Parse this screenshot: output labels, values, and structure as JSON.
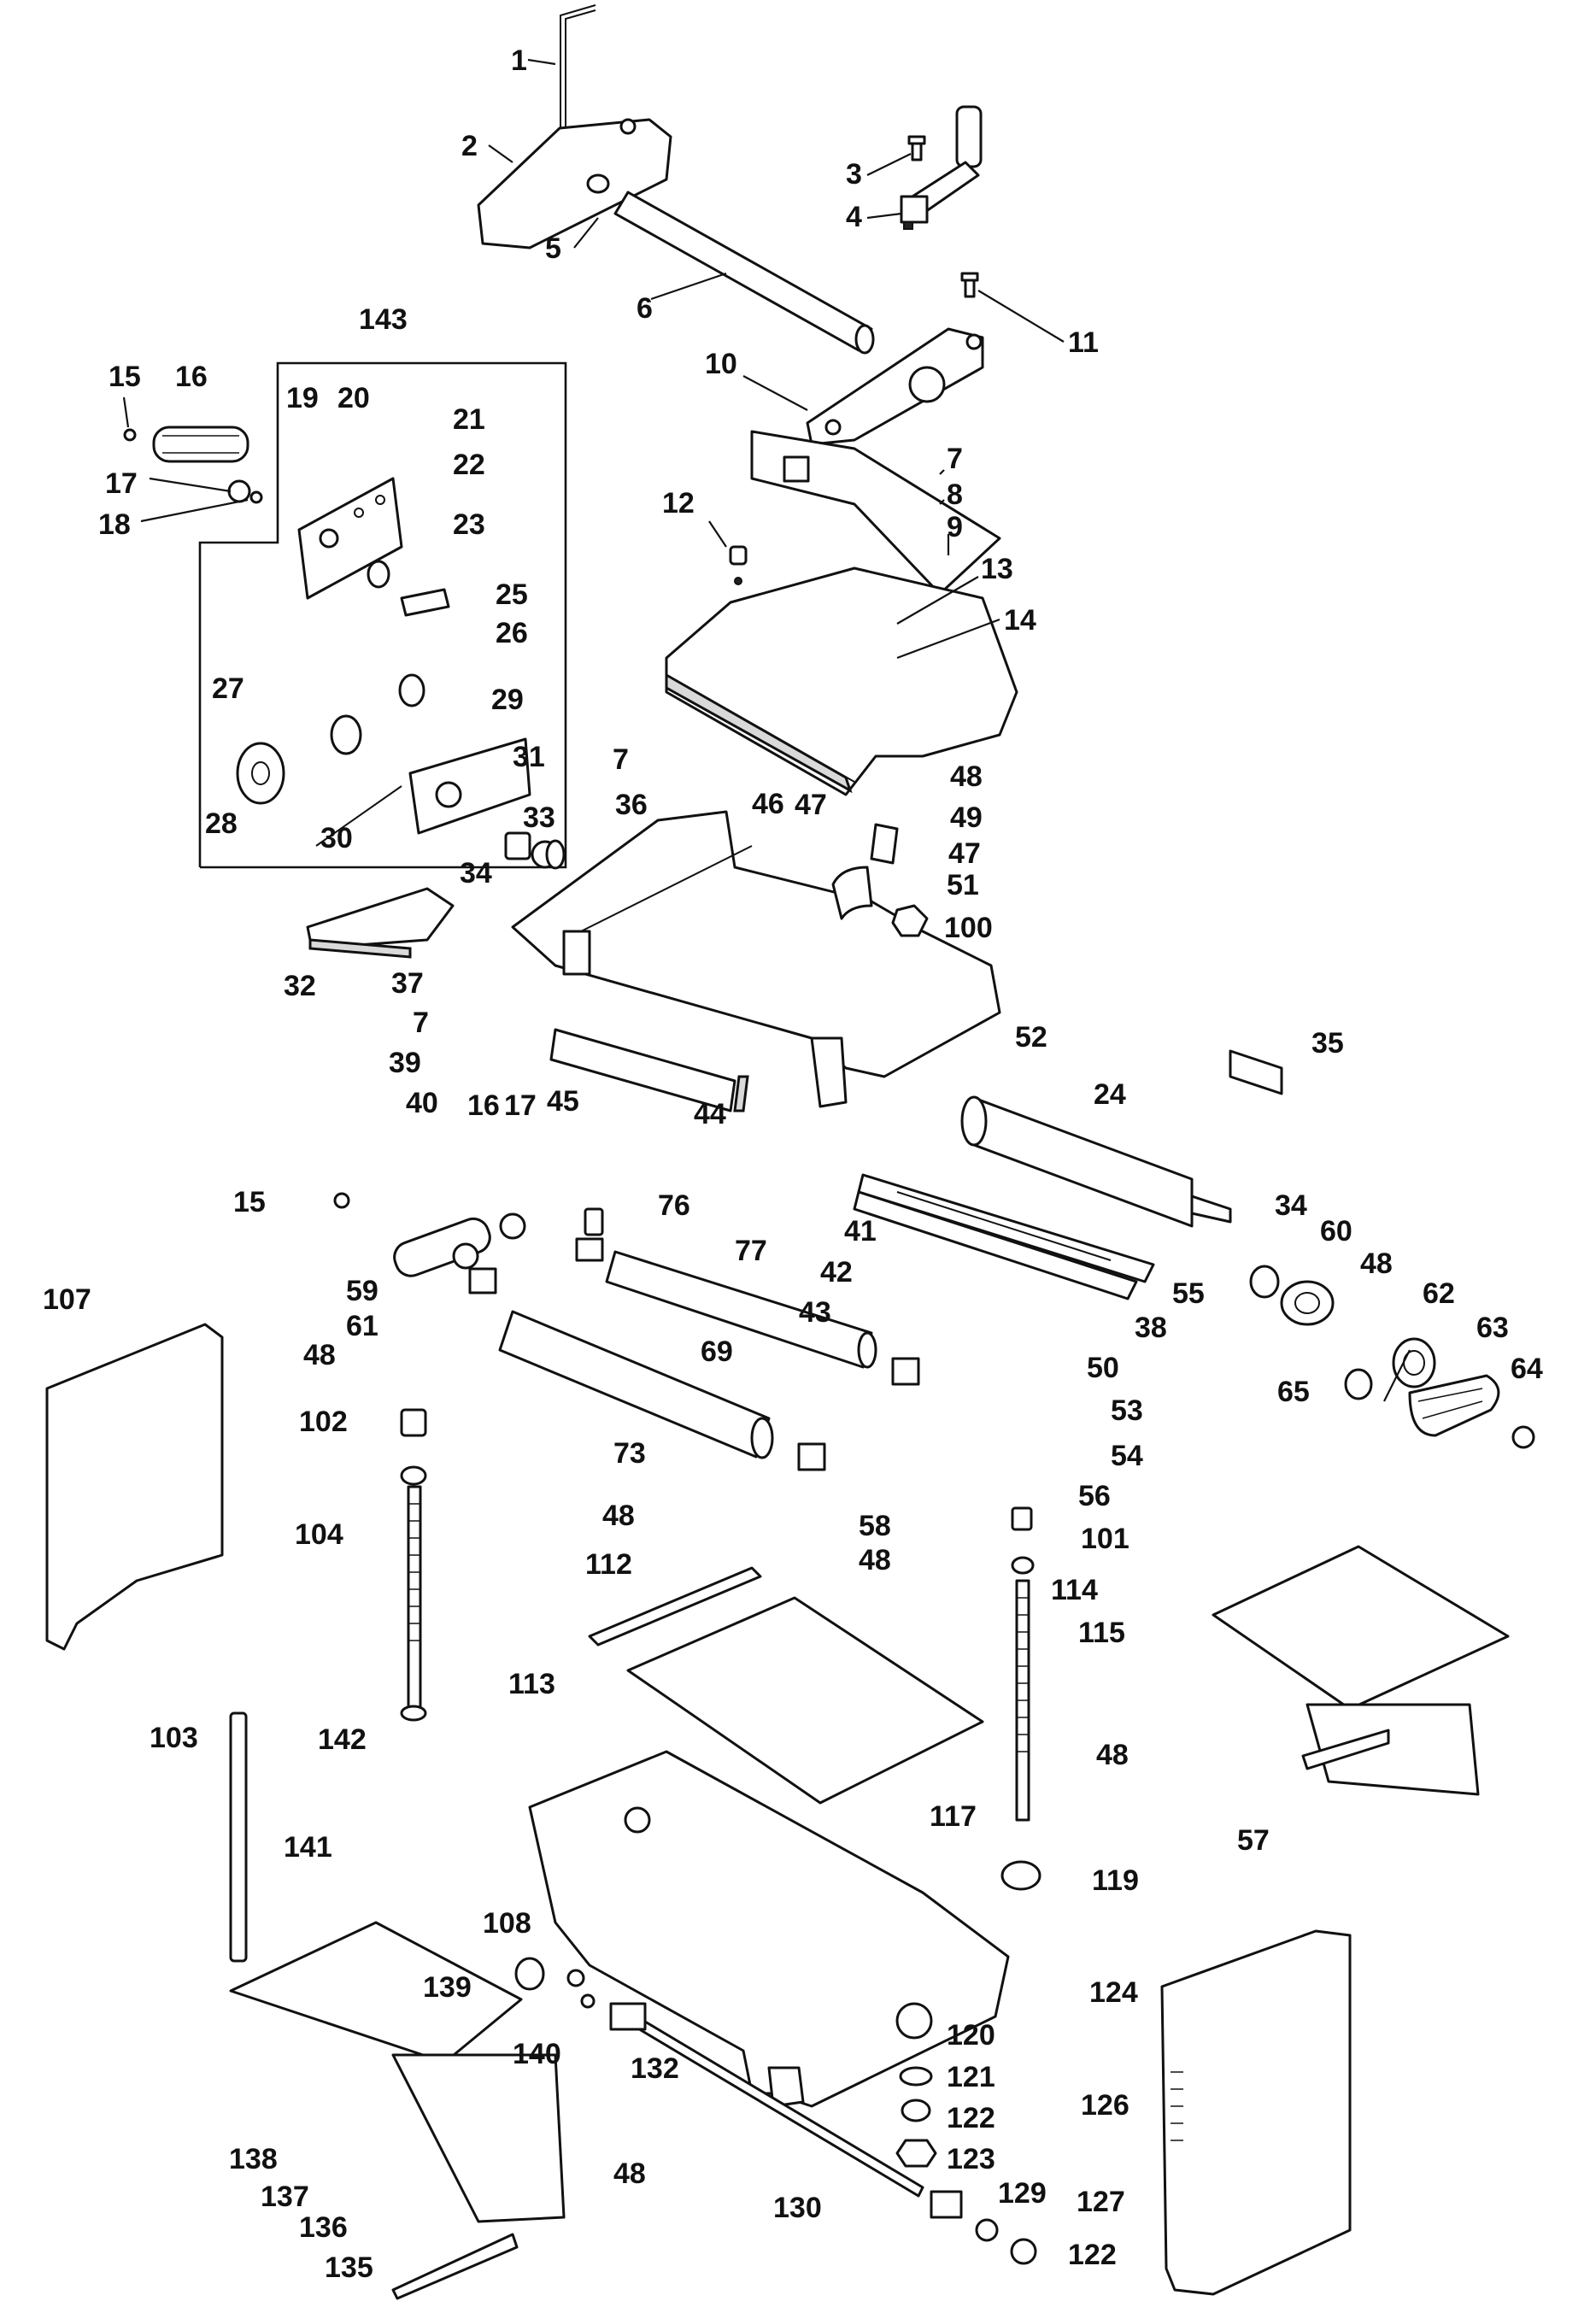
{
  "diagram": {
    "callouts": [
      {
        "id": "c1",
        "text": "1"
      },
      {
        "id": "c2",
        "text": "2"
      },
      {
        "id": "c3",
        "text": "3"
      },
      {
        "id": "c4",
        "text": "4"
      },
      {
        "id": "c5",
        "text": "5"
      },
      {
        "id": "c6",
        "text": "6"
      },
      {
        "id": "c7a",
        "text": "7"
      },
      {
        "id": "c7b",
        "text": "7"
      },
      {
        "id": "c7c",
        "text": "7"
      },
      {
        "id": "c8",
        "text": "8"
      },
      {
        "id": "c9",
        "text": "9"
      },
      {
        "id": "c10",
        "text": "10"
      },
      {
        "id": "c11",
        "text": "11"
      },
      {
        "id": "c12",
        "text": "12"
      },
      {
        "id": "c13",
        "text": "13"
      },
      {
        "id": "c14",
        "text": "14"
      },
      {
        "id": "c15a",
        "text": "15"
      },
      {
        "id": "c15b",
        "text": "15"
      },
      {
        "id": "c16a",
        "text": "16"
      },
      {
        "id": "c16b",
        "text": "16"
      },
      {
        "id": "c17a",
        "text": "17"
      },
      {
        "id": "c17b",
        "text": "17"
      },
      {
        "id": "c18",
        "text": "18"
      },
      {
        "id": "c19",
        "text": "19"
      },
      {
        "id": "c20",
        "text": "20"
      },
      {
        "id": "c21",
        "text": "21"
      },
      {
        "id": "c22",
        "text": "22"
      },
      {
        "id": "c23",
        "text": "23"
      },
      {
        "id": "c24",
        "text": "24"
      },
      {
        "id": "c25",
        "text": "25"
      },
      {
        "id": "c26",
        "text": "26"
      },
      {
        "id": "c27",
        "text": "27"
      },
      {
        "id": "c28",
        "text": "28"
      },
      {
        "id": "c29",
        "text": "29"
      },
      {
        "id": "c30",
        "text": "30"
      },
      {
        "id": "c31",
        "text": "31"
      },
      {
        "id": "c32",
        "text": "32"
      },
      {
        "id": "c33",
        "text": "33"
      },
      {
        "id": "c34a",
        "text": "34"
      },
      {
        "id": "c34b",
        "text": "34"
      },
      {
        "id": "c35",
        "text": "35"
      },
      {
        "id": "c36",
        "text": "36"
      },
      {
        "id": "c37",
        "text": "37"
      },
      {
        "id": "c38",
        "text": "38"
      },
      {
        "id": "c39",
        "text": "39"
      },
      {
        "id": "c40",
        "text": "40"
      },
      {
        "id": "c41",
        "text": "41"
      },
      {
        "id": "c42",
        "text": "42"
      },
      {
        "id": "c43",
        "text": "43"
      },
      {
        "id": "c44",
        "text": "44"
      },
      {
        "id": "c45",
        "text": "45"
      },
      {
        "id": "c46",
        "text": "46"
      },
      {
        "id": "c47a",
        "text": "47"
      },
      {
        "id": "c47b",
        "text": "47"
      },
      {
        "id": "c48a",
        "text": "48"
      },
      {
        "id": "c48b",
        "text": "48"
      },
      {
        "id": "c48c",
        "text": "48"
      },
      {
        "id": "c48d",
        "text": "48"
      },
      {
        "id": "c48e",
        "text": "48"
      },
      {
        "id": "c48f",
        "text": "48"
      },
      {
        "id": "c48g",
        "text": "48"
      },
      {
        "id": "c49",
        "text": "49"
      },
      {
        "id": "c50",
        "text": "50"
      },
      {
        "id": "c51",
        "text": "51"
      },
      {
        "id": "c52",
        "text": "52"
      },
      {
        "id": "c53",
        "text": "53"
      },
      {
        "id": "c54",
        "text": "54"
      },
      {
        "id": "c55",
        "text": "55"
      },
      {
        "id": "c56",
        "text": "56"
      },
      {
        "id": "c57",
        "text": "57"
      },
      {
        "id": "c58",
        "text": "58"
      },
      {
        "id": "c59",
        "text": "59"
      },
      {
        "id": "c60",
        "text": "60"
      },
      {
        "id": "c61",
        "text": "61"
      },
      {
        "id": "c62",
        "text": "62"
      },
      {
        "id": "c63",
        "text": "63"
      },
      {
        "id": "c64",
        "text": "64"
      },
      {
        "id": "c65",
        "text": "65"
      },
      {
        "id": "c69",
        "text": "69"
      },
      {
        "id": "c73",
        "text": "73"
      },
      {
        "id": "c76",
        "text": "76"
      },
      {
        "id": "c77",
        "text": "77"
      },
      {
        "id": "c100",
        "text": "100"
      },
      {
        "id": "c101",
        "text": "101"
      },
      {
        "id": "c102",
        "text": "102"
      },
      {
        "id": "c103",
        "text": "103"
      },
      {
        "id": "c104",
        "text": "104"
      },
      {
        "id": "c107",
        "text": "107"
      },
      {
        "id": "c108",
        "text": "108"
      },
      {
        "id": "c112",
        "text": "112"
      },
      {
        "id": "c113",
        "text": "113"
      },
      {
        "id": "c114",
        "text": "114"
      },
      {
        "id": "c115",
        "text": "115"
      },
      {
        "id": "c117",
        "text": "117"
      },
      {
        "id": "c119",
        "text": "119"
      },
      {
        "id": "c120",
        "text": "120"
      },
      {
        "id": "c121",
        "text": "121"
      },
      {
        "id": "c122a",
        "text": "122"
      },
      {
        "id": "c122b",
        "text": "122"
      },
      {
        "id": "c123",
        "text": "123"
      },
      {
        "id": "c124",
        "text": "124"
      },
      {
        "id": "c126",
        "text": "126"
      },
      {
        "id": "c127",
        "text": "127"
      },
      {
        "id": "c129",
        "text": "129"
      },
      {
        "id": "c130",
        "text": "130"
      },
      {
        "id": "c132",
        "text": "132"
      },
      {
        "id": "c135",
        "text": "135"
      },
      {
        "id": "c136",
        "text": "136"
      },
      {
        "id": "c137",
        "text": "137"
      },
      {
        "id": "c138",
        "text": "138"
      },
      {
        "id": "c139",
        "text": "139"
      },
      {
        "id": "c140",
        "text": "140"
      },
      {
        "id": "c141",
        "text": "141"
      },
      {
        "id": "c142",
        "text": "142"
      },
      {
        "id": "c143",
        "text": "143"
      }
    ]
  }
}
